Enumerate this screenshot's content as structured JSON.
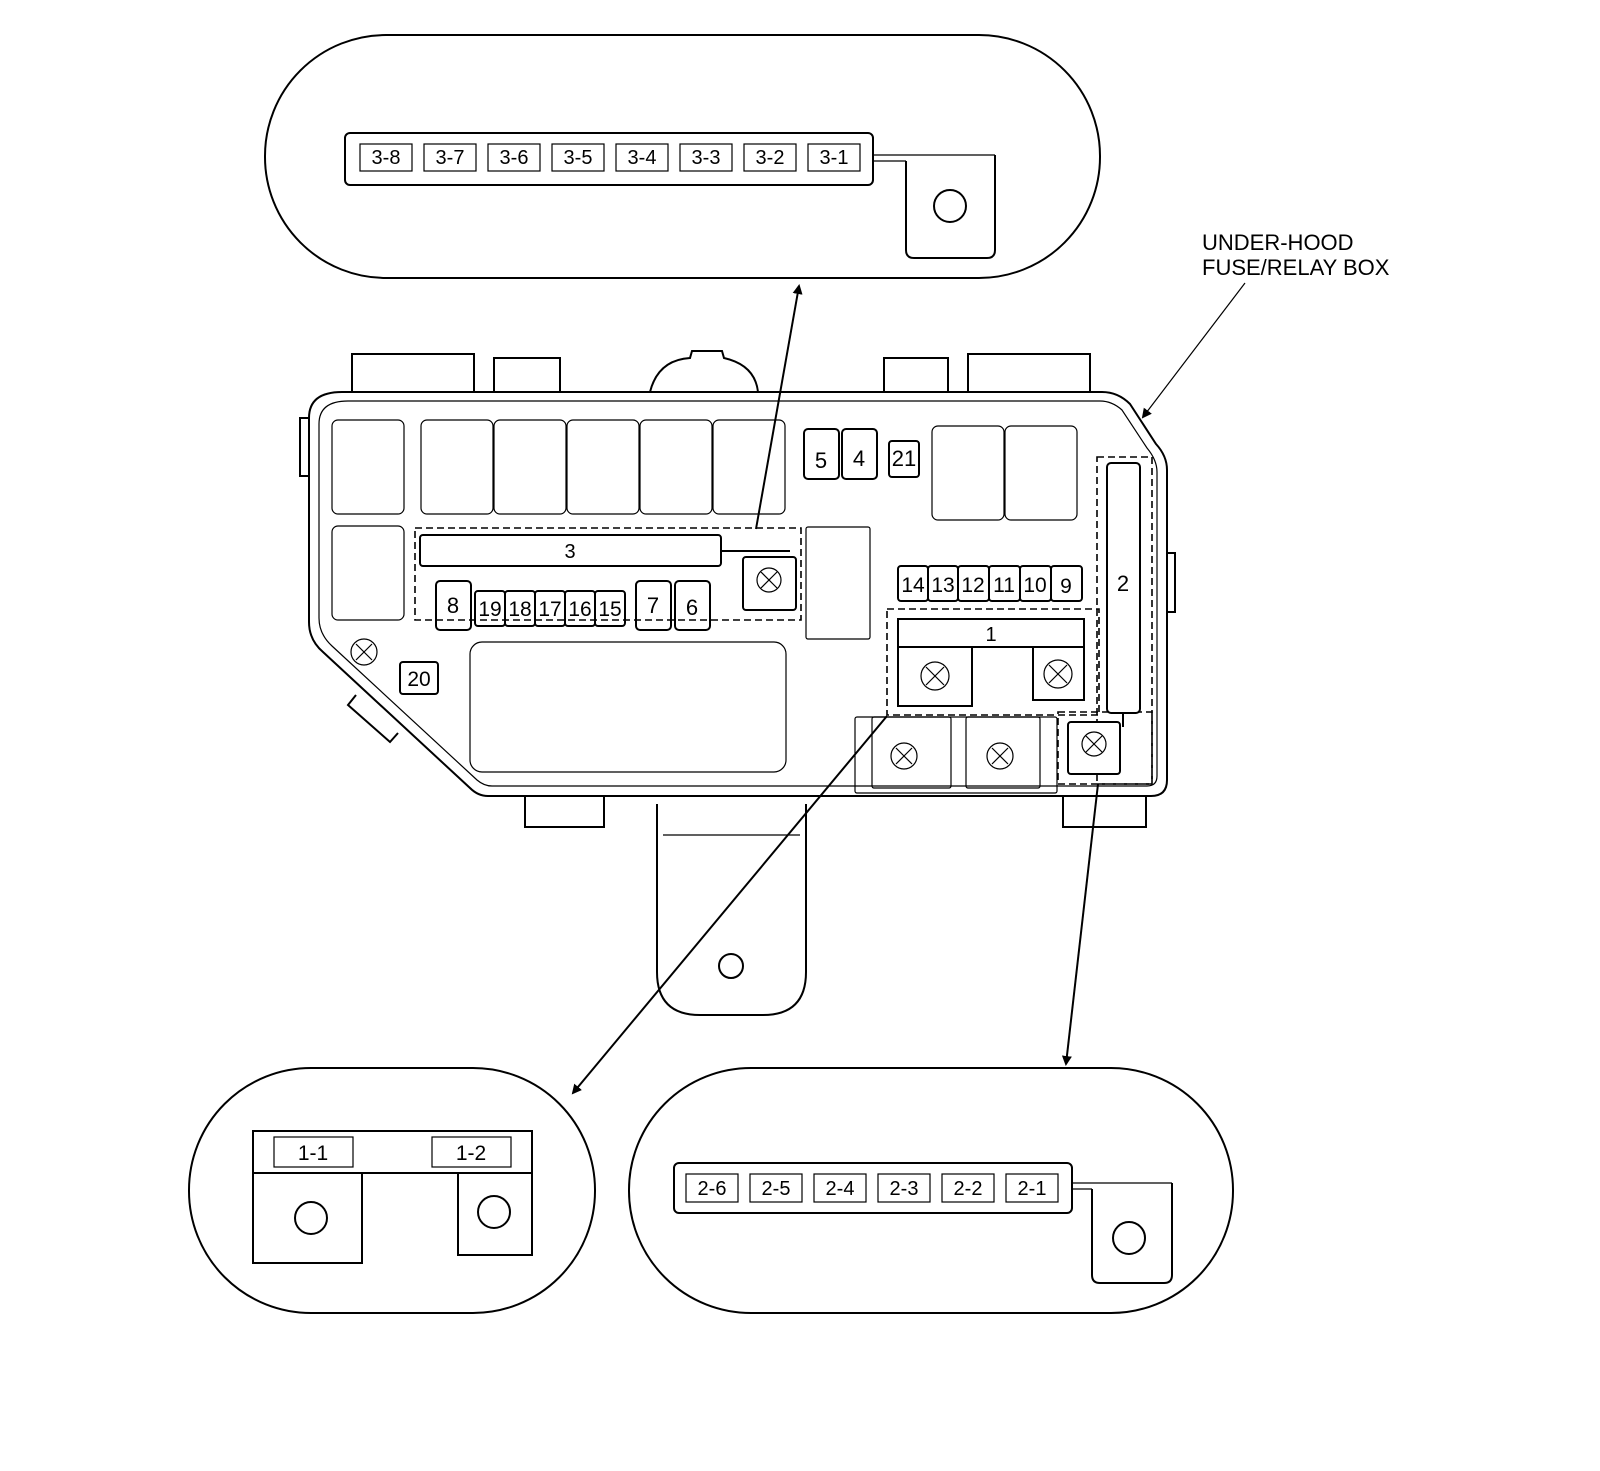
{
  "caption": {
    "line1": "UNDER-HOOD",
    "line2": "FUSE/RELAY BOX"
  },
  "main_box": {
    "fuses": {
      "f1": "1",
      "f2": "2",
      "f3": "3",
      "f4": "4",
      "f5": "5",
      "f6": "6",
      "f7": "7",
      "f8": "8",
      "f9": "9",
      "f10": "10",
      "f11": "11",
      "f12": "12",
      "f13": "13",
      "f14": "14",
      "f15": "15",
      "f16": "16",
      "f17": "17",
      "f18": "18",
      "f19": "19",
      "f20": "20",
      "f21": "21"
    }
  },
  "detail_3": {
    "labels": [
      "3-8",
      "3-7",
      "3-6",
      "3-5",
      "3-4",
      "3-3",
      "3-2",
      "3-1"
    ]
  },
  "detail_1": {
    "labels": [
      "1-1",
      "1-2"
    ]
  },
  "detail_2": {
    "labels": [
      "2-6",
      "2-5",
      "2-4",
      "2-3",
      "2-2",
      "2-1"
    ]
  }
}
